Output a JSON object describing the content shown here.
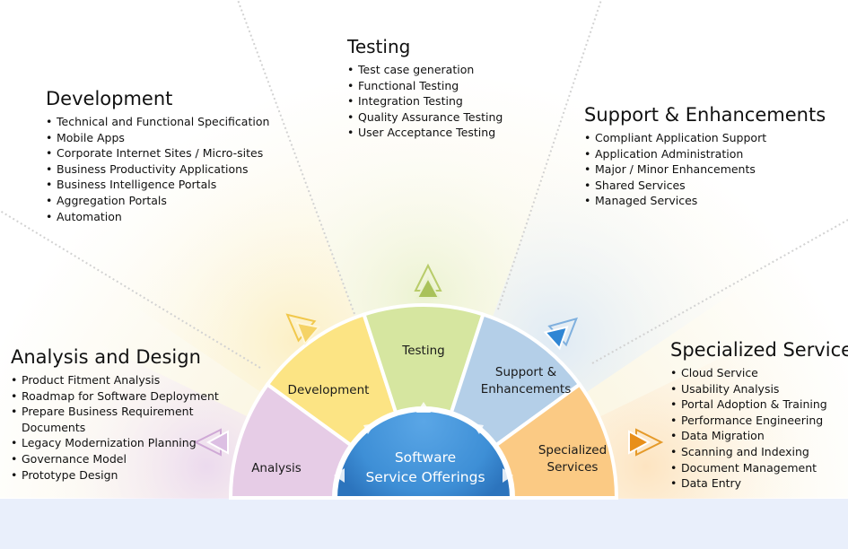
{
  "panels": {
    "testing": {
      "title": "Testing",
      "items": [
        "Test case generation",
        "Functional Testing",
        "Integration Testing",
        "Quality Assurance Testing",
        "User Acceptance Testing"
      ]
    },
    "development": {
      "title": "Development",
      "items": [
        "Technical and Functional Specification",
        "Mobile Apps",
        "Corporate Internet Sites / Micro-sites",
        "Business Productivity Applications",
        "Business Intelligence Portals",
        "Aggregation Portals",
        "Automation"
      ]
    },
    "support": {
      "title": "Support & Enhancements",
      "items": [
        "Compliant Application Support",
        "Application Administration",
        "Major / Minor Enhancements",
        "Shared Services",
        "Managed Services"
      ]
    },
    "analysis": {
      "title": "Analysis and Design",
      "items": [
        "Product Fitment Analysis",
        "Roadmap for Software Deployment",
        "Prepare Business Requirement Documents",
        "Legacy Modernization Planning",
        "Governance Model",
        "Prototype Design"
      ]
    },
    "specialized": {
      "title": "Specialized Services",
      "items": [
        "Cloud Service",
        "Usability Analysis",
        "Portal Adoption & Training",
        "Performance Engineering",
        "Data Migration",
        "Scanning and Indexing",
        "Document Management",
        "Data Entry"
      ]
    }
  },
  "wheel": {
    "segments": {
      "analysis": {
        "line1": "Analysis",
        "line2": ""
      },
      "development": {
        "line1": "Development",
        "line2": ""
      },
      "testing": {
        "line1": "Testing",
        "line2": ""
      },
      "support": {
        "line1": "Support &",
        "line2": "Enhancements"
      },
      "specialized": {
        "line1": "Specialized",
        "line2": "Services"
      }
    },
    "hub": {
      "line1": "Software",
      "line2": "Service Offerings"
    }
  },
  "colors": {
    "analysis": "#e6cce6",
    "development": "#fce484",
    "testing": "#d6e6a0",
    "support": "#b4cfe8",
    "specialized": "#fbca84",
    "hub": "#3e8fd6",
    "footer": "#e9effb"
  },
  "icons": [
    "arrow-icon-analysis",
    "arrow-icon-development",
    "arrow-icon-testing",
    "arrow-icon-support",
    "arrow-icon-specialized"
  ]
}
